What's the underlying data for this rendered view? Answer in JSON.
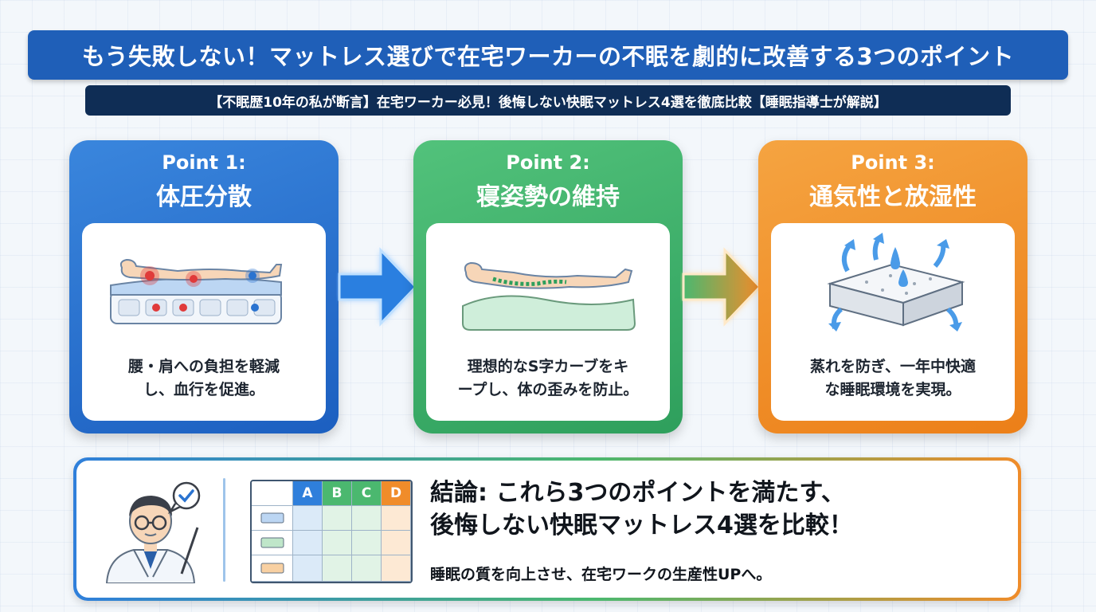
{
  "header": {
    "title": "もう失敗しない！マットレス選びで在宅ワーカーの不眠を劇的に改善する3つのポイント",
    "subtitle": "【不眠歴10年の私が断言】在宅ワーカー必見！後悔しない快眠マットレス4選を徹底比較【睡眠指導士が解説】"
  },
  "points": [
    {
      "label": "Point 1:",
      "title": "体圧分散",
      "desc_lines": [
        "腰・肩への負担を軽減",
        "し、血行を促進。"
      ],
      "icon": "body-pressure-mattress-icon",
      "color": "#2a73d0"
    },
    {
      "label": "Point 2:",
      "title": "寝姿勢の維持",
      "desc_lines": [
        "理想的なS字カーブをキ",
        "ープし、体の歪みを防止。"
      ],
      "icon": "spine-alignment-icon",
      "color": "#3db36a"
    },
    {
      "label": "Point 3:",
      "title": "通気性と放湿性",
      "desc_lines": [
        "蒸れを防ぎ、一年中快適",
        "な睡眠環境を実現。"
      ],
      "icon": "breathable-mattress-icon",
      "color": "#f08a22"
    }
  ],
  "conclusion": {
    "title_lines": [
      "結論: これら3つのポイントを満たす、",
      "後悔しない快眠マットレス4選を比較！"
    ],
    "subtitle": "睡眠の質を向上させ、在宅ワークの生産性UPへ。",
    "table_headers": [
      "A",
      "B",
      "C",
      "D"
    ],
    "header_colors": [
      "#2f7fdb",
      "#4bb86f",
      "#4bb86f",
      "#f08c2a"
    ],
    "icons": [
      "doctor-avatar-icon",
      "check-speech-bubble-icon",
      "comparison-table-icon"
    ]
  }
}
